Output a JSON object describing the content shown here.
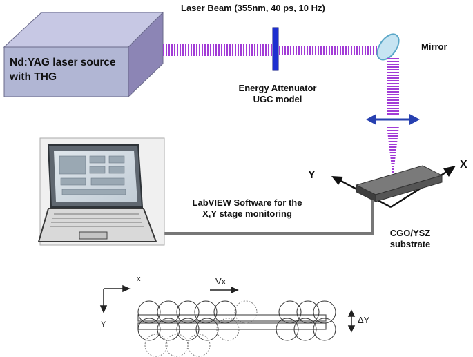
{
  "labels": {
    "laser_source_line1": "Nd:YAG laser source",
    "laser_source_line2": "with THG",
    "laser_beam": "Laser Beam (355nm, 40 ps, 10 Hz)",
    "mirror": "Mirror",
    "attenuator_line1": "Energy Attenuator",
    "attenuator_line2": "UGC model",
    "software_line1": "LabVIEW Software for the",
    "software_line2": "X,Y stage monitoring",
    "substrate_line1": "CGO/YSZ",
    "substrate_line2": "substrate",
    "axis_x": "X",
    "axis_y": "Y",
    "scan_x": "x",
    "scan_y": "Y",
    "scan_velocity": "Vx",
    "scan_delta_y": "ΔY"
  },
  "colors": {
    "box_front": "#b1b6d4",
    "box_top": "#c7c8e4",
    "box_side": "#8c85b5",
    "beam": "#a23bd6",
    "attenuator": "#1d2fd0",
    "mirror": "#b8dcef",
    "lens_arrow": "#2740b0",
    "substrate": "#5a5a5a"
  }
}
